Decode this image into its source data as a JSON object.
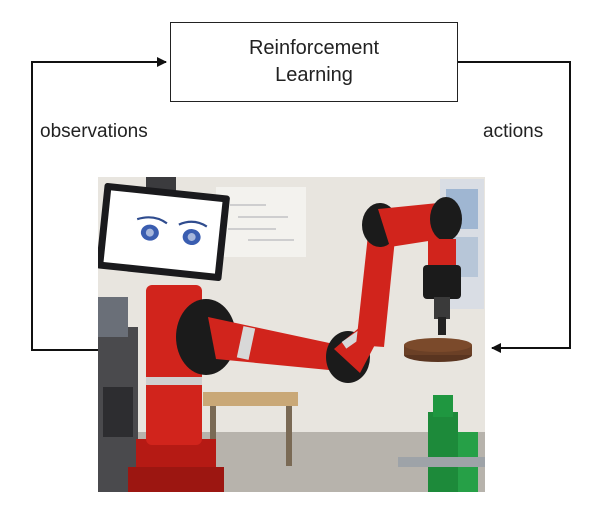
{
  "box": {
    "text": "Reinforcement\nLearning"
  },
  "labels": {
    "observations": "observations",
    "actions": "actions"
  },
  "icons": {
    "robot": "sawyer-robot-arm-icon"
  },
  "colors": {
    "robot_red": "#d1241c",
    "robot_dark": "#1b1b1b",
    "screen_eyes": "#3a5db0",
    "wall": "#e9e6e0"
  }
}
